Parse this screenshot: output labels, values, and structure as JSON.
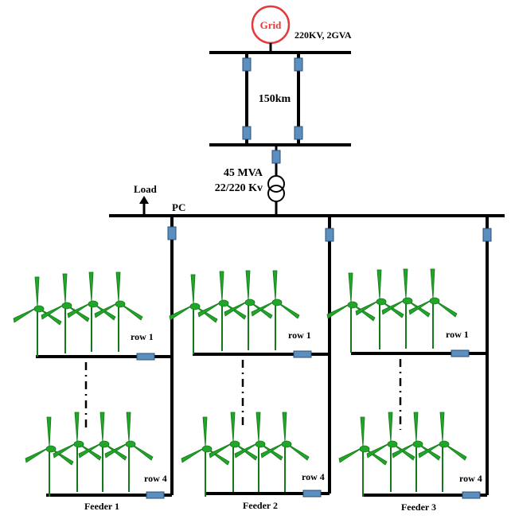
{
  "grid": {
    "label": "Grid",
    "rating": "220KV, 2GVA"
  },
  "line": {
    "length": "150km"
  },
  "transformer": {
    "power": "45 MVA",
    "ratio": "22/220 Kv"
  },
  "pc": {
    "label": "PC",
    "load": "Load"
  },
  "feeders": [
    {
      "name": "Feeder 1",
      "row_top": "row 1",
      "row_bottom": "row 4"
    },
    {
      "name": "Feeder 2",
      "row_top": "row 1",
      "row_bottom": "row 4"
    },
    {
      "name": "Feeder  3",
      "row_top": "row 1",
      "row_bottom": "row 4"
    }
  ],
  "colors": {
    "turbine": "#22a62a",
    "turbine_dark": "#137a19",
    "breaker": "#5b8fc0",
    "grid": "#e23a3a"
  }
}
